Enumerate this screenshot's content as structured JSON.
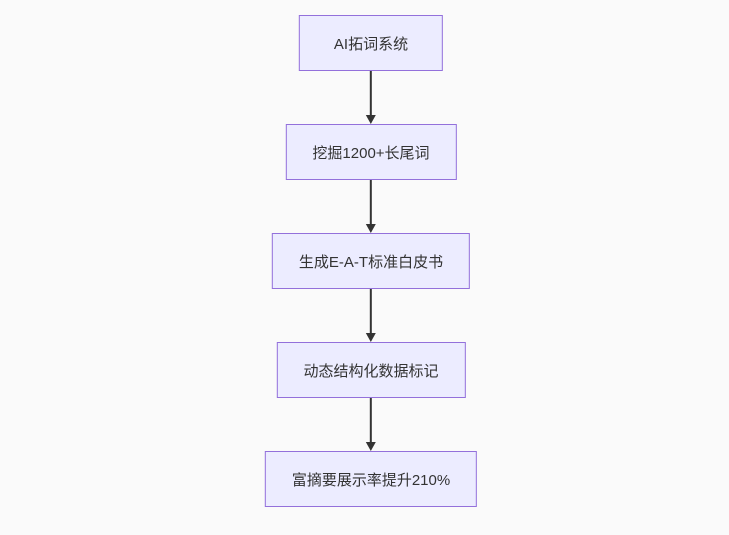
{
  "diagram": {
    "type": "flowchart",
    "direction": "top-down",
    "nodes": [
      {
        "id": "A",
        "label": "AI拓词系统"
      },
      {
        "id": "B",
        "label": "挖掘1200+长尾词"
      },
      {
        "id": "C",
        "label": "生成E-A-T标准白皮书"
      },
      {
        "id": "D",
        "label": "动态结构化数据标记"
      },
      {
        "id": "E",
        "label": "富摘要展示率提升210%"
      }
    ],
    "edges": [
      {
        "from": "A",
        "to": "B"
      },
      {
        "from": "B",
        "to": "C"
      },
      {
        "from": "C",
        "to": "D"
      },
      {
        "from": "D",
        "to": "E"
      }
    ],
    "colors": {
      "background": "#fafafa",
      "node_fill": "#ECECFF",
      "node_border": "#9370DB",
      "arrow": "#333333",
      "text": "#333333"
    }
  }
}
